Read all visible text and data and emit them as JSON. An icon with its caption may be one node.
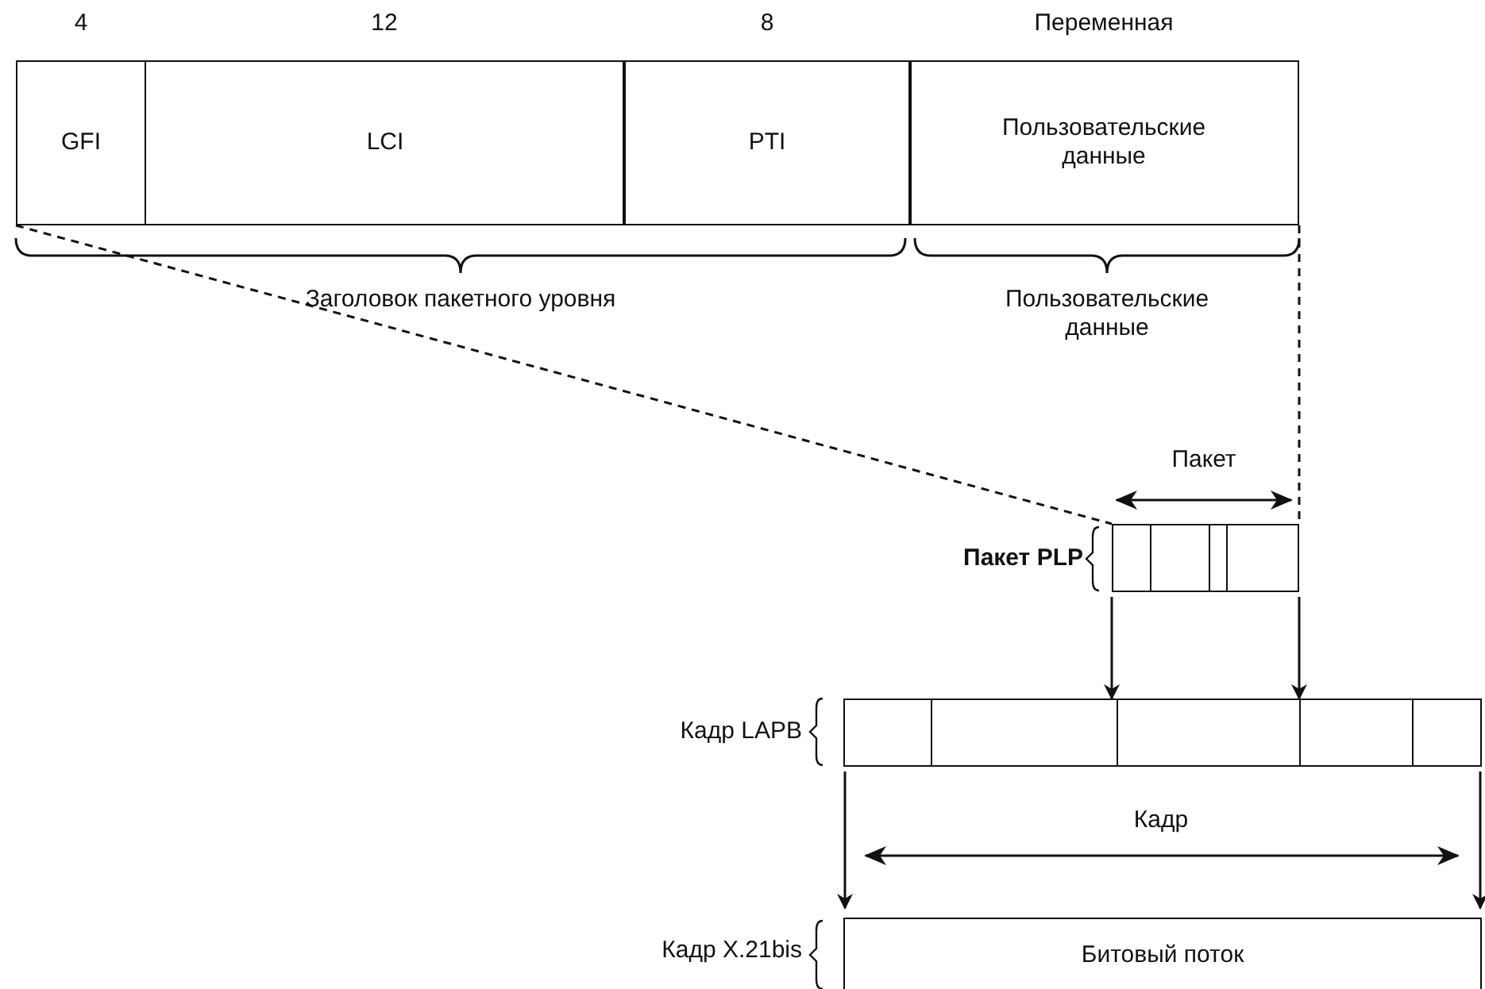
{
  "diagram": {
    "nodes": [
      {
        "text": [
          "GFI"
        ],
        "beside": [
          "4"
        ]
      },
      {
        "text": [
          "LCI"
        ],
        "beside": [
          "12"
        ]
      },
      {
        "text": [
          "PTI"
        ],
        "beside": [
          "8"
        ]
      },
      {
        "text": [
          "Пользовательские данные"
        ],
        "beside": [
          "Переменная"
        ]
      },
      {
        "text": [],
        "shape": "box",
        "beside": [
          "Пакет PLP"
        ]
      },
      {
        "text": [],
        "shape": "box",
        "beside": [
          "Кадр LAPB"
        ]
      },
      {
        "text": [
          "Битовый поток"
        ],
        "beside": [
          "Кадр X.21bis"
        ]
      }
    ],
    "edges": [
      {
        "from": 0,
        "to": 4,
        "arrow": "none",
        "style": "dashed"
      },
      {
        "from": 3,
        "to": 4,
        "arrow": "none",
        "style": "dashed"
      },
      {
        "from": 4,
        "to": 5,
        "arrow": "to"
      },
      {
        "from": 4,
        "to": 5,
        "arrow": "to"
      },
      {
        "from": 5,
        "to": 6,
        "arrow": "to"
      },
      {
        "from": 5,
        "to": 6,
        "arrow": "to"
      }
    ],
    "labels": [
      "Заголовок пакетного уровня",
      "Пользовательские данные",
      "Пакет",
      "Кадр"
    ]
  }
}
